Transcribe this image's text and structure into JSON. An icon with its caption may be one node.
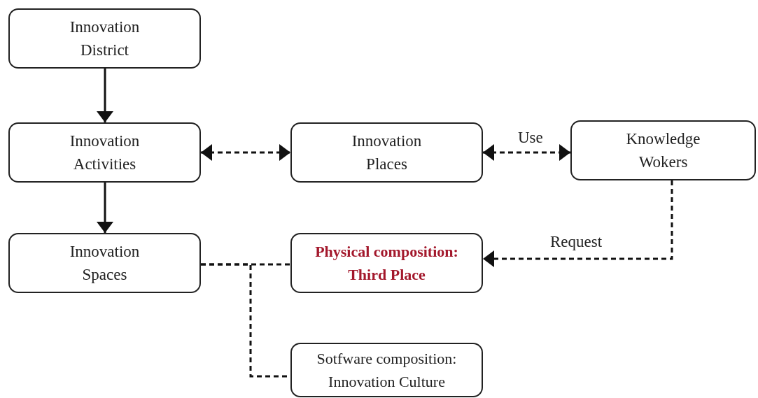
{
  "diagram": {
    "nodes": [
      {
        "text": [
          "Innovation District"
        ]
      },
      {
        "text": [
          "Innovation Activities"
        ]
      },
      {
        "text": [
          "Innovation Places"
        ]
      },
      {
        "text": [
          "Knowledge Wokers"
        ]
      },
      {
        "text": [
          "Innovation Spaces"
        ]
      },
      {
        "text": [
          "Physical composition: Third Place"
        ]
      },
      {
        "text": [
          "Sotfware composition: Innovation Culture"
        ]
      }
    ],
    "edges": [
      {
        "from": 0,
        "to": 1,
        "arrow": "to"
      },
      {
        "from": 1,
        "to": 2,
        "arrow": "both",
        "style": "dashed"
      },
      {
        "from": 2,
        "to": 3,
        "arrow": "both",
        "style": "dashed",
        "label": "Use"
      },
      {
        "from": 1,
        "to": 4,
        "arrow": "to"
      },
      {
        "from": 3,
        "to": 5,
        "arrow": "to",
        "style": "dashed",
        "label": "Request"
      },
      {
        "from": 4,
        "to": 5,
        "arrow": "none",
        "style": "dashed"
      },
      {
        "from": 4,
        "to": 6,
        "arrow": "none",
        "style": "dashed"
      }
    ]
  }
}
